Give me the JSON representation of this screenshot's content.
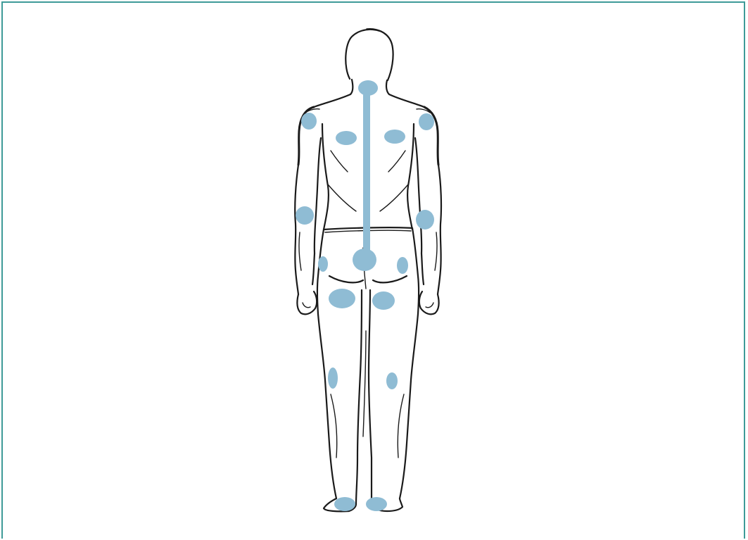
{
  "figure": {
    "subject": "human-body-back-view",
    "marker_color": "#8fbcd4",
    "outline_color": "#1a1a1a",
    "frame_color": "#3e9b98",
    "markers": [
      "neck",
      "spine",
      "left-shoulder",
      "right-shoulder",
      "left-shoulder-blade",
      "right-shoulder-blade",
      "left-elbow",
      "right-elbow",
      "lower-back",
      "left-hip",
      "right-hip",
      "left-buttock",
      "right-buttock",
      "left-knee",
      "right-knee",
      "left-heel",
      "right-heel"
    ]
  }
}
